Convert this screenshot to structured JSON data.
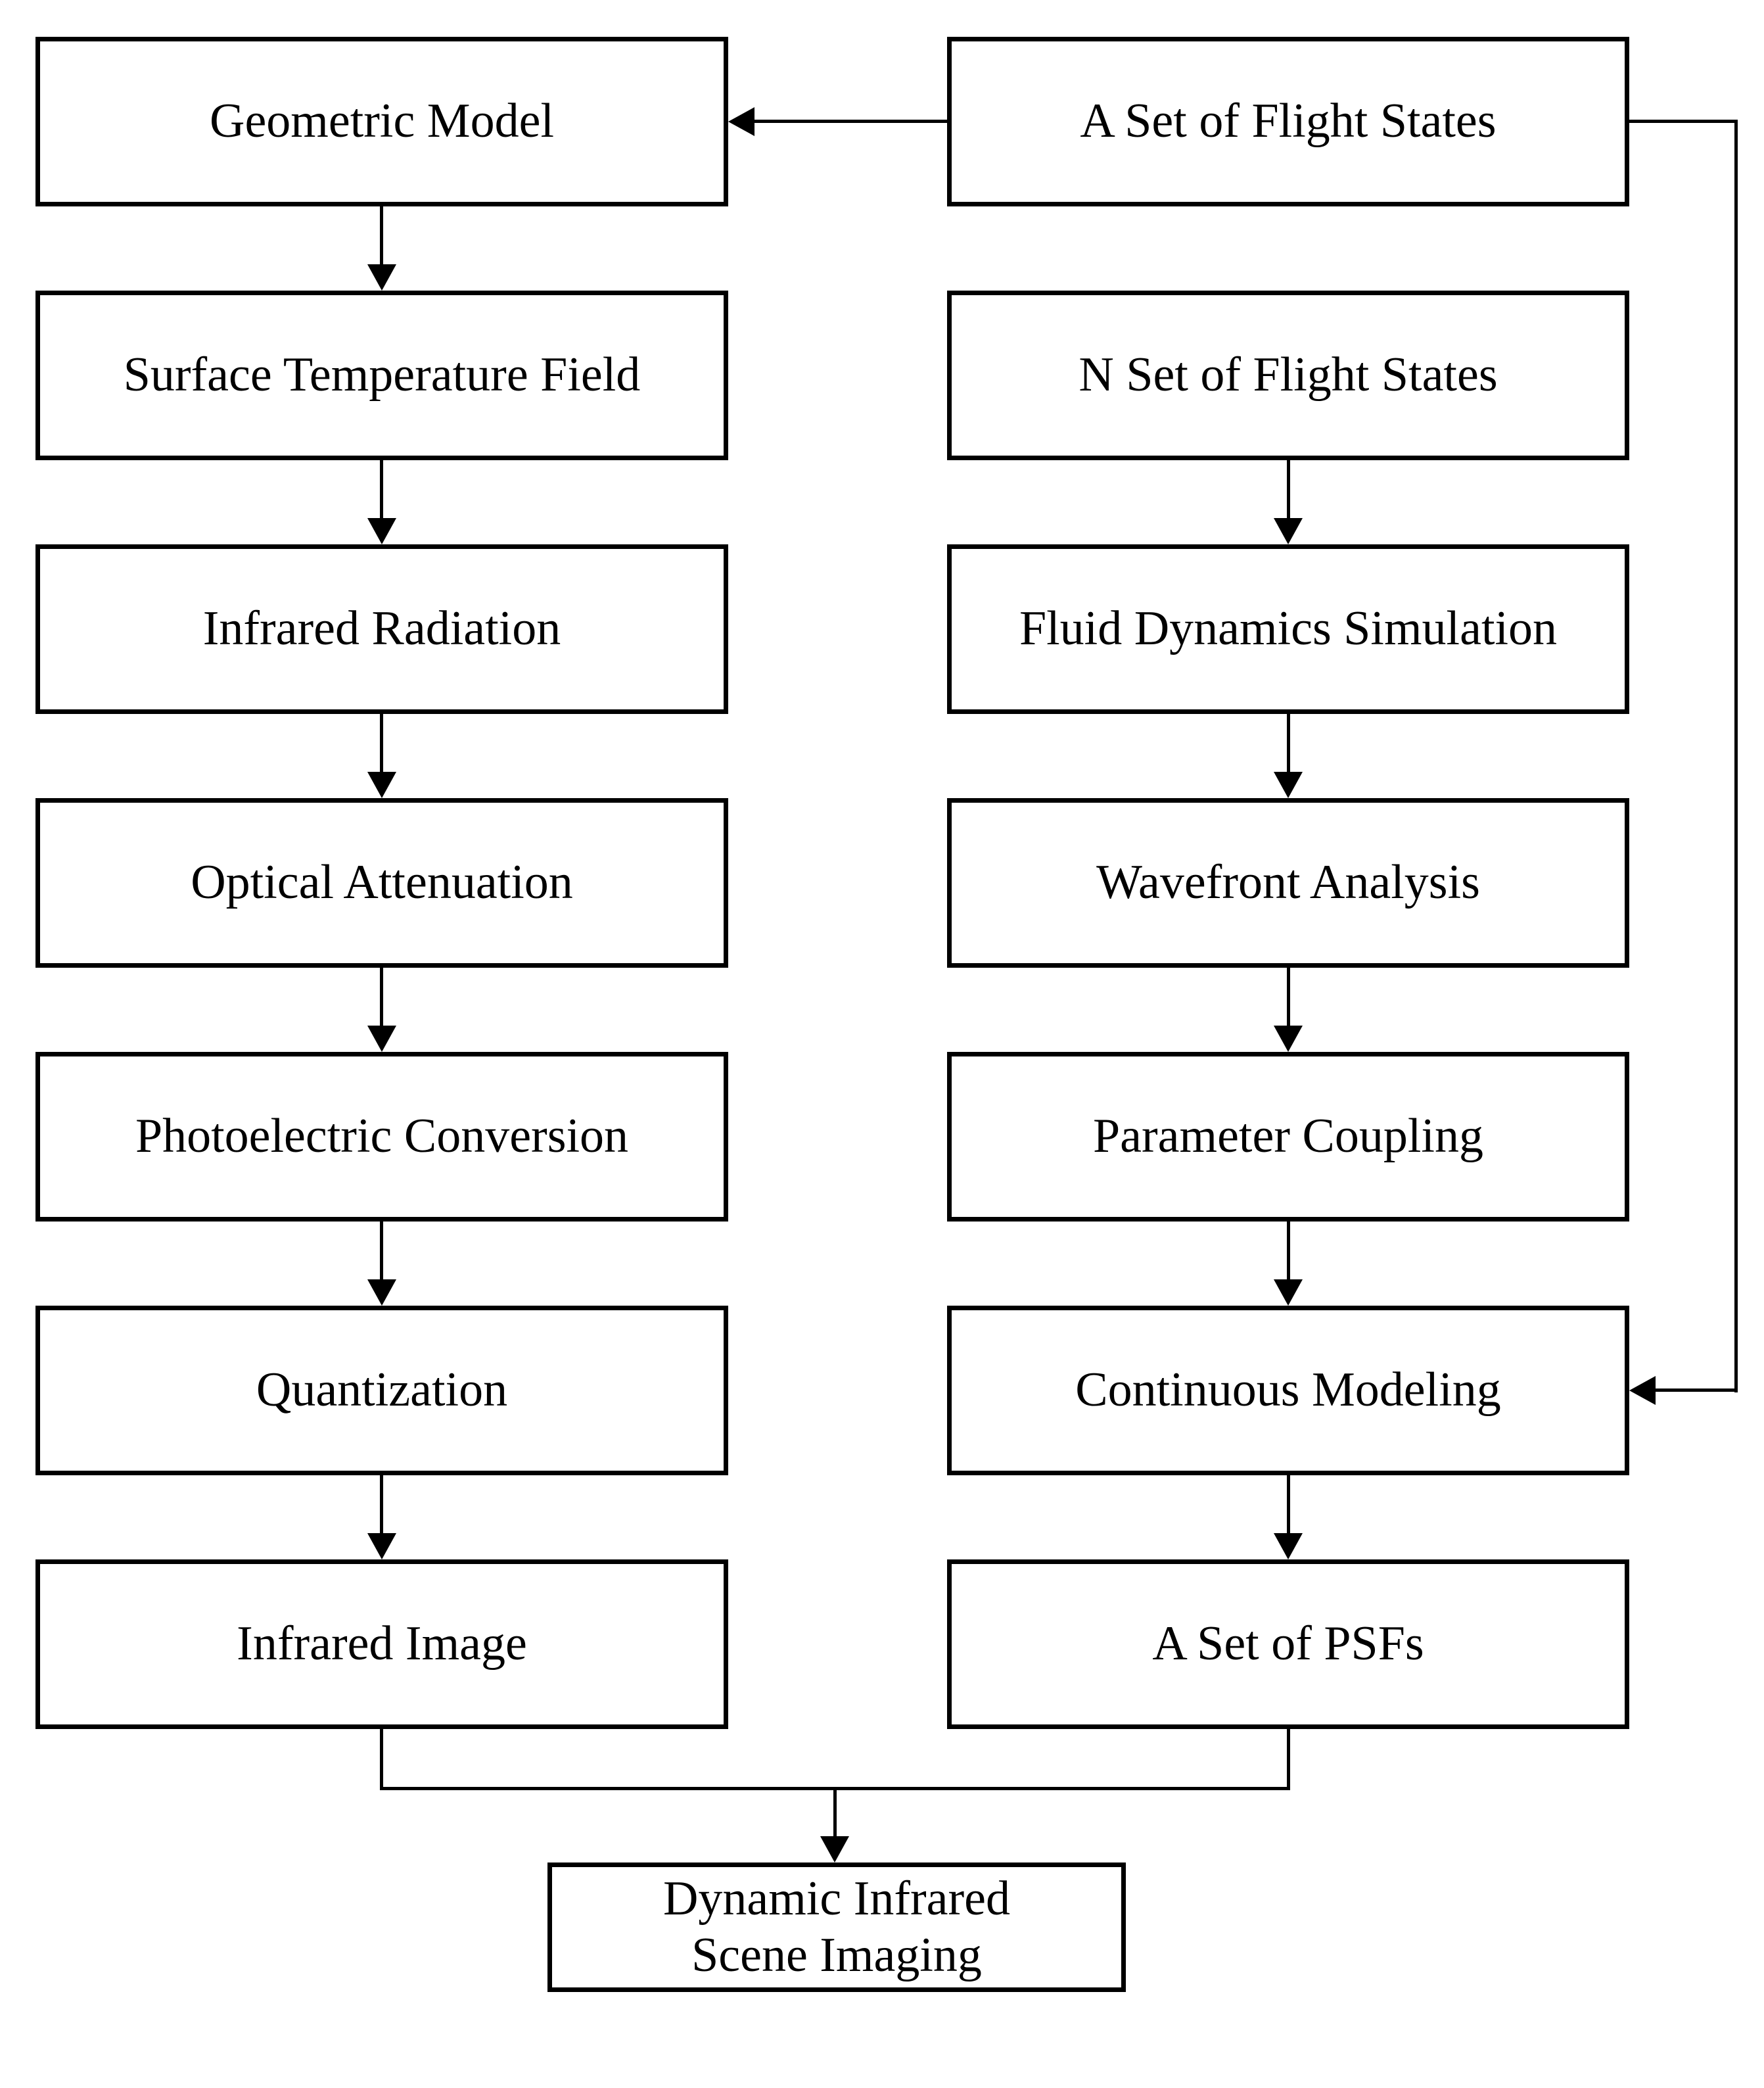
{
  "colors": {
    "background": "#ffffff",
    "line": "#000000",
    "text": "#000000"
  },
  "flowchart": {
    "left_column": [
      "Geometric Model",
      "Surface Temperature Field",
      "Infrared Radiation",
      "Optical Attenuation",
      "Photoelectric Conversion",
      "Quantization",
      "Infrared Image"
    ],
    "right_column": [
      "A Set of Flight States",
      "N Set of Flight States",
      "Fluid Dynamics Simulation",
      "Wavefront Analysis",
      "Parameter Coupling",
      "Continuous Modeling",
      "A Set of PSFs"
    ],
    "output_box": {
      "line1": "Dynamic Infrared",
      "line2": "Scene Imaging",
      "full_label": "Dynamic Infrared Scene Imaging"
    },
    "edges": [
      {
        "from": "A Set of Flight States",
        "to": "Geometric Model"
      },
      {
        "from": "A Set of Flight States",
        "to": "Continuous Modeling"
      },
      {
        "from": "Geometric Model",
        "to": "Surface Temperature Field"
      },
      {
        "from": "Surface Temperature Field",
        "to": "Infrared Radiation"
      },
      {
        "from": "Infrared Radiation",
        "to": "Optical Attenuation"
      },
      {
        "from": "Optical Attenuation",
        "to": "Photoelectric Conversion"
      },
      {
        "from": "Photoelectric Conversion",
        "to": "Quantization"
      },
      {
        "from": "Quantization",
        "to": "Infrared Image"
      },
      {
        "from": "N Set of Flight States",
        "to": "Fluid Dynamics Simulation"
      },
      {
        "from": "Fluid Dynamics Simulation",
        "to": "Wavefront Analysis"
      },
      {
        "from": "Wavefront Analysis",
        "to": "Parameter Coupling"
      },
      {
        "from": "Parameter Coupling",
        "to": "Continuous Modeling"
      },
      {
        "from": "Continuous Modeling",
        "to": "A Set of PSFs"
      },
      {
        "from": "Infrared Image",
        "to": "Dynamic Infrared Scene Imaging"
      },
      {
        "from": "A Set of PSFs",
        "to": "Dynamic Infrared Scene Imaging"
      }
    ]
  }
}
